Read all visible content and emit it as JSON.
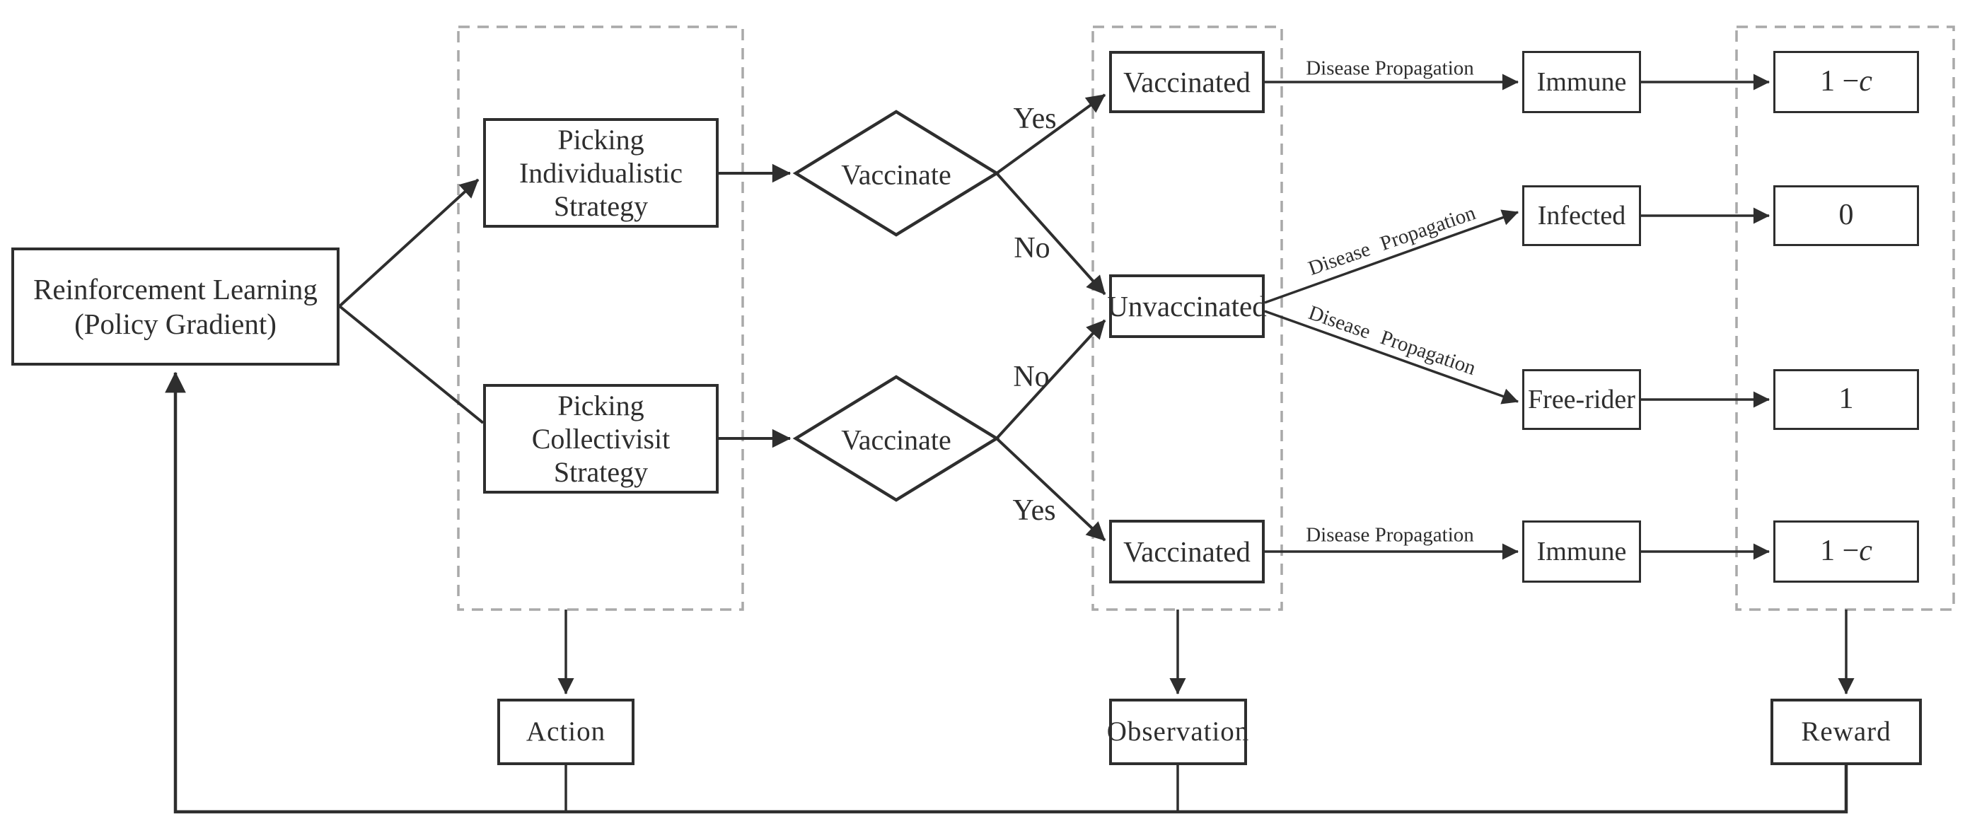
{
  "agent": {
    "label": "Reinforcement Learning\n(Policy Gradient)"
  },
  "strategies": [
    {
      "label": "Picking\nIndividualistic\nStrategy"
    },
    {
      "label": "Picking\nCollectivisit\nStrategy"
    }
  ],
  "decisions": [
    {
      "label": "Vaccinate",
      "upper_branch": "Yes",
      "lower_branch": "No"
    },
    {
      "label": "Vaccinate",
      "upper_branch": "No",
      "lower_branch": "Yes"
    }
  ],
  "states": [
    {
      "label": "Vaccinated"
    },
    {
      "label": "Unvaccinated"
    },
    {
      "label": "Vaccinated"
    }
  ],
  "outcomes": [
    {
      "label": "Immune"
    },
    {
      "label": "Infected"
    },
    {
      "label": "Free-rider"
    },
    {
      "label": "Immune"
    }
  ],
  "rewards": [
    {
      "prefix": "1 − ",
      "variable": "c"
    },
    {
      "prefix": "0",
      "variable": ""
    },
    {
      "prefix": "1",
      "variable": ""
    },
    {
      "prefix": "1 − ",
      "variable": "c"
    }
  ],
  "edge_labels": {
    "disease_propagation_top": "Disease Propagation",
    "disease_propagation_upper_diag": "Disease Propagation",
    "disease_propagation_lower_diag": "Disease Propagation",
    "disease_propagation_bottom": "Disease Propagation"
  },
  "io_boxes": [
    {
      "label": "Action"
    },
    {
      "label": "Observation"
    },
    {
      "label": "Reward"
    }
  ],
  "colors": {
    "line": "#2e2e2e",
    "dashed_border": "#a9a9a9",
    "background": "#ffffff",
    "text": "#2e2e2e"
  }
}
